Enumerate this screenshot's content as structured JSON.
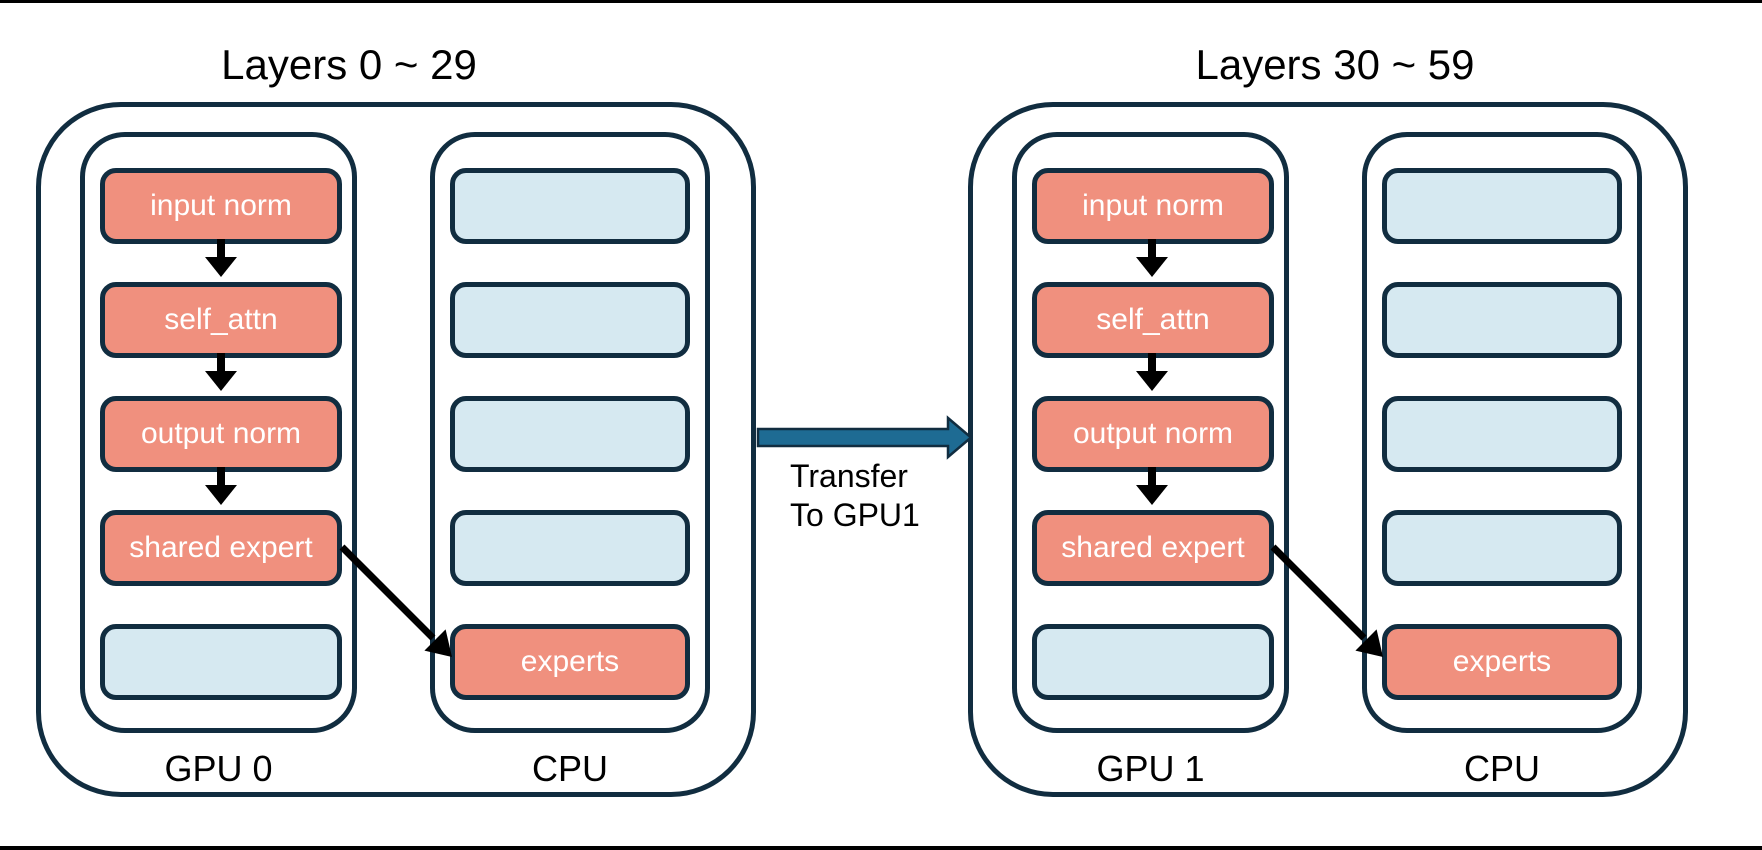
{
  "diagram": {
    "left": {
      "title": "Layers 0 ~ 29",
      "gpu_label": "GPU 0",
      "cpu_label": "CPU",
      "gpu_modules": [
        "input norm",
        "self_attn",
        "output norm",
        "shared expert"
      ],
      "cpu_module": "experts"
    },
    "right": {
      "title": "Layers 30 ~ 59",
      "gpu_label": "GPU 1",
      "cpu_label": "CPU",
      "gpu_modules": [
        "input norm",
        "self_attn",
        "output norm",
        "shared expert"
      ],
      "cpu_module": "experts"
    },
    "transfer": {
      "line1": "Transfer",
      "line2": "To GPU1"
    },
    "colors": {
      "module_fill": "#f0907e",
      "empty_fill": "#d6e9f1",
      "outline": "#112d40",
      "transfer_arrow_fill": "#1e6b93",
      "flow_arrow": "#000000"
    }
  }
}
